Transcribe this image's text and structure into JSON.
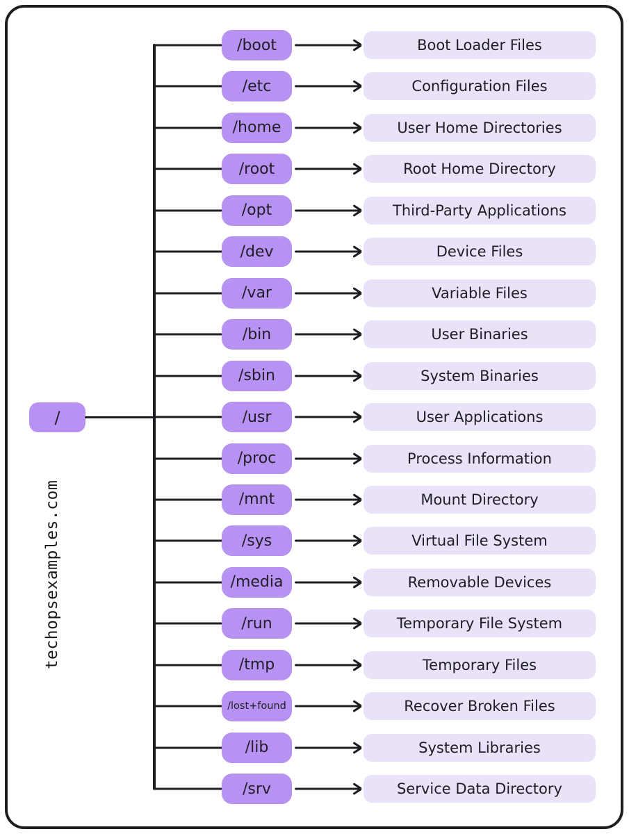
{
  "watermark": "techopsexamples.com",
  "root_label": "/",
  "colors": {
    "dir_box_fill": "#b892f3",
    "desc_box_fill": "#e9e2f8",
    "line": "#1c1c21",
    "text": "#1e1e24",
    "frame_border": "#1f1f23",
    "background": "#ffffff"
  },
  "rows": [
    {
      "dir": "/boot",
      "desc": "Boot Loader Files"
    },
    {
      "dir": "/etc",
      "desc": "Configuration Files"
    },
    {
      "dir": "/home",
      "desc": "User Home Directories"
    },
    {
      "dir": "/root",
      "desc": "Root Home Directory"
    },
    {
      "dir": "/opt",
      "desc": "Third-Party Applications"
    },
    {
      "dir": "/dev",
      "desc": "Device Files"
    },
    {
      "dir": "/var",
      "desc": "Variable Files"
    },
    {
      "dir": "/bin",
      "desc": "User Binaries"
    },
    {
      "dir": "/sbin",
      "desc": "System Binaries"
    },
    {
      "dir": "/usr",
      "desc": "User Applications"
    },
    {
      "dir": "/proc",
      "desc": "Process Information"
    },
    {
      "dir": "/mnt",
      "desc": "Mount Directory"
    },
    {
      "dir": "/sys",
      "desc": "Virtual File System"
    },
    {
      "dir": "/media",
      "desc": "Removable Devices"
    },
    {
      "dir": "/run",
      "desc": "Temporary File System"
    },
    {
      "dir": "/tmp",
      "desc": "Temporary Files"
    },
    {
      "dir": "/lost+found",
      "desc": "Recover Broken Files"
    },
    {
      "dir": "/lib",
      "desc": "System Libraries"
    },
    {
      "dir": "/srv",
      "desc": "Service Data Directory"
    }
  ]
}
